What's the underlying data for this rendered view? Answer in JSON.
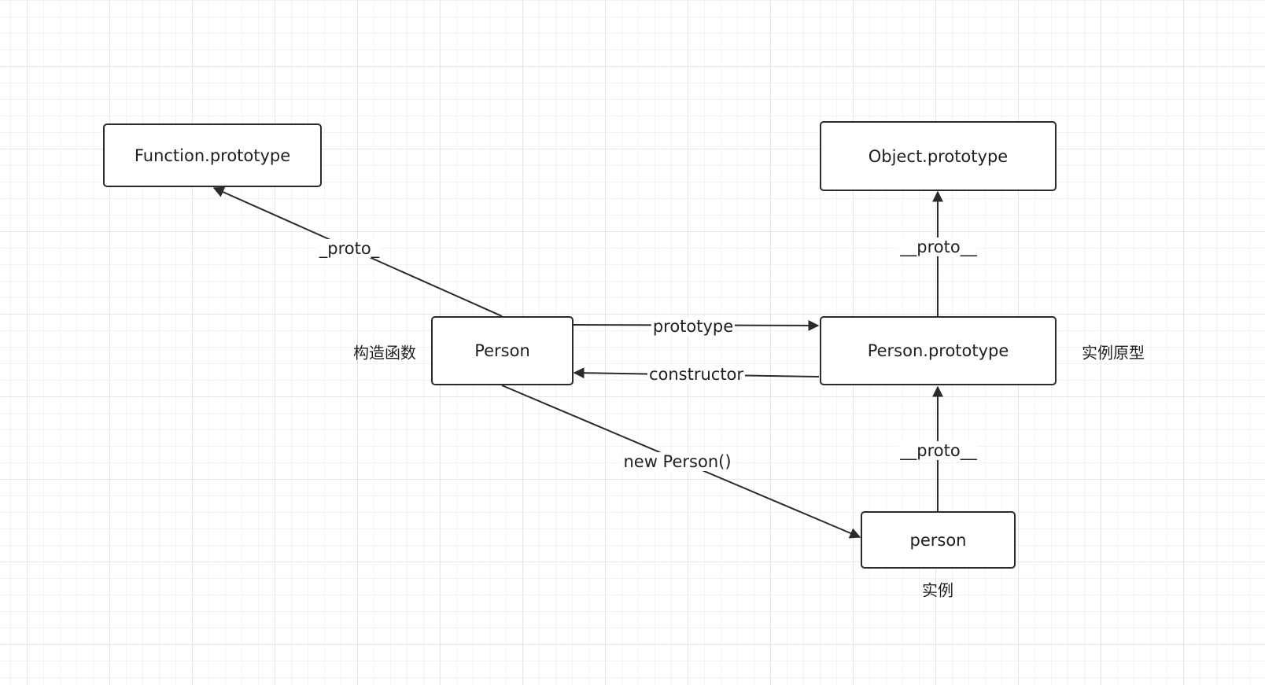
{
  "nodes": {
    "function_prototype": "Function.prototype",
    "object_prototype": "Object.prototype",
    "person_constructor": "Person",
    "person_prototype": "Person.prototype",
    "person_instance": "person"
  },
  "edges": {
    "person_to_function_proto": "_proto_",
    "prototype": "prototype",
    "constructor": "constructor",
    "new_person": "new Person()",
    "instance_proto": "__proto__",
    "prototype_proto": "__proto__"
  },
  "annotations": {
    "constructor_fn": "构造函数",
    "instance_prototype": "实例原型",
    "instance": "实例"
  },
  "colors": {
    "stroke": "#2b2b2b",
    "grid": "#e6e6e6"
  }
}
